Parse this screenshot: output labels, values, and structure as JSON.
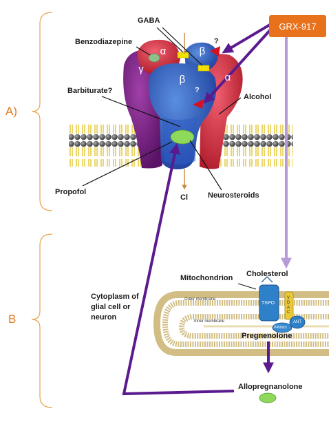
{
  "sections": {
    "a": "A)",
    "b": "B"
  },
  "drug": {
    "label": "GRX-917",
    "color": "#e8711c"
  },
  "receptor_labels": {
    "gaba": "GABA",
    "benzodiazepine": "Benzodiazepine",
    "barbiturate": "Barbiturate?",
    "alcohol": "Alcohol",
    "propofol": "Propofol",
    "neurosteroids": "Neurosteroids",
    "cl": "Cl",
    "question_top": "?",
    "question_mid": "?"
  },
  "subunits": {
    "alpha_left": "α",
    "beta_top": "β",
    "gamma": "γ",
    "beta_main": "β",
    "alpha_right": "α"
  },
  "cell_labels": {
    "cytoplasm": "Cytoplasm of\nglial cell or\nneuron",
    "mitochondrion": "Mitochondrion",
    "cholesterol": "Cholesterol",
    "pregnenolone": "Pregnenolone",
    "allopregnanolone": "Allopregnanolone"
  },
  "membrane_labels": {
    "outer": "Outer membrane",
    "inner": "Inner membrane",
    "tspo": "TSPO",
    "vdac": "VDAC",
    "ant": "ANT",
    "p450": "P450scc"
  },
  "colors": {
    "arrow_purple": "#5b1a8e",
    "arrow_lilac": "#b89ad8",
    "bracket": "#e8a24a"
  }
}
